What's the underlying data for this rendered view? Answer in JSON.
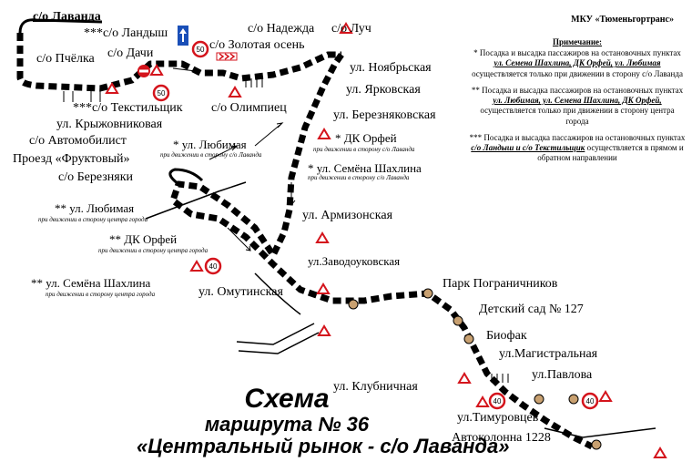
{
  "org": "МКУ «Тюменьгортранс»",
  "notes": {
    "heading": "Примечание:",
    "n1_prefix": "* Посадка и высадка пассажиров на остановочных пунктах",
    "n1_stops": "ул. Семена Шахлина, ДК Орфей, ул. Любимая",
    "n1_suffix": "осуществляется только при движении в сторону с/о Лаванда",
    "n2_prefix": "** Посадка и высадка пассажиров на остановочных пунктах",
    "n2_stops": "ул. Любимая, ул. Семена Шахлина, ДК Орфей,",
    "n2_suffix": "осуществляется только при движении в сторону центра города",
    "n3_prefix": "*** Посадка и высадка пассажиров на остановочных пунктах",
    "n3_stops": "с/о Ландыш и с/о Текстильщик",
    "n3_suffix": "осуществляется в прямом и обратном направлении"
  },
  "title": {
    "line1": "Схема",
    "line2": "маршрута № 36",
    "line3": "«Центральный рынок - с/о Лаванда»"
  },
  "stops": {
    "lavanda": "с/о Лаванда",
    "landysh": "***с/о Ландыш",
    "nadezhda": "с/о Надежда",
    "luch": "с/о Луч",
    "zolotaya": "с/о Золотая осень",
    "pchelka": "с/о Пчёлка",
    "dachi": "с/о Дачи",
    "noyabrskaya": "ул. Ноябрьская",
    "tekstilshchik": "***с/о Текстильщик",
    "yarkovskaya": "ул. Ярковская",
    "olimpiets": "с/о Олимпиец",
    "kryzhovnikovaya": "ул. Крыжовниковая",
    "bereznyakovskaya": "ул. Березняковская",
    "avtomobilist": "с/о Автомобилист",
    "fruktovy": "Проезд «Фруктовый»",
    "lyubimaya1": "* ул. Любимая",
    "orfey1": "* ДК Орфей",
    "berezniaki": "с/о Березняки",
    "shakhlina1": "* ул. Семёна Шахлина",
    "lyubimaya2": "** ул. Любимая",
    "armizonskaya": "ул. Армизонская",
    "orfey2": "** ДК Орфей",
    "zavodoukovskaya": "ул.Заводоуковская",
    "shakhlina2": "** ул. Семёна Шахлина",
    "omutinskaya": "ул. Омутинская",
    "park": "Парк Пограничников",
    "detsad": "Детский сад № 127",
    "biofak": "Биофак",
    "magistralnaya": "ул.Магистральная",
    "pavlova": "ул.Павлова",
    "klubnichnaya": "ул. Клубничная",
    "timurovtsev": "ул.Тимуровцев",
    "avtokolonna": "Автоколонна 1228"
  },
  "hints": {
    "to_lavanda": "при движении в сторону с/о Лаванда",
    "to_center": "при движении в сторону центра города"
  },
  "signs": {
    "speed": "50",
    "speed2": "40"
  },
  "colors": {
    "route": "#000000",
    "sign_red": "#d4141c",
    "sign_blue": "#1a4fb8"
  }
}
